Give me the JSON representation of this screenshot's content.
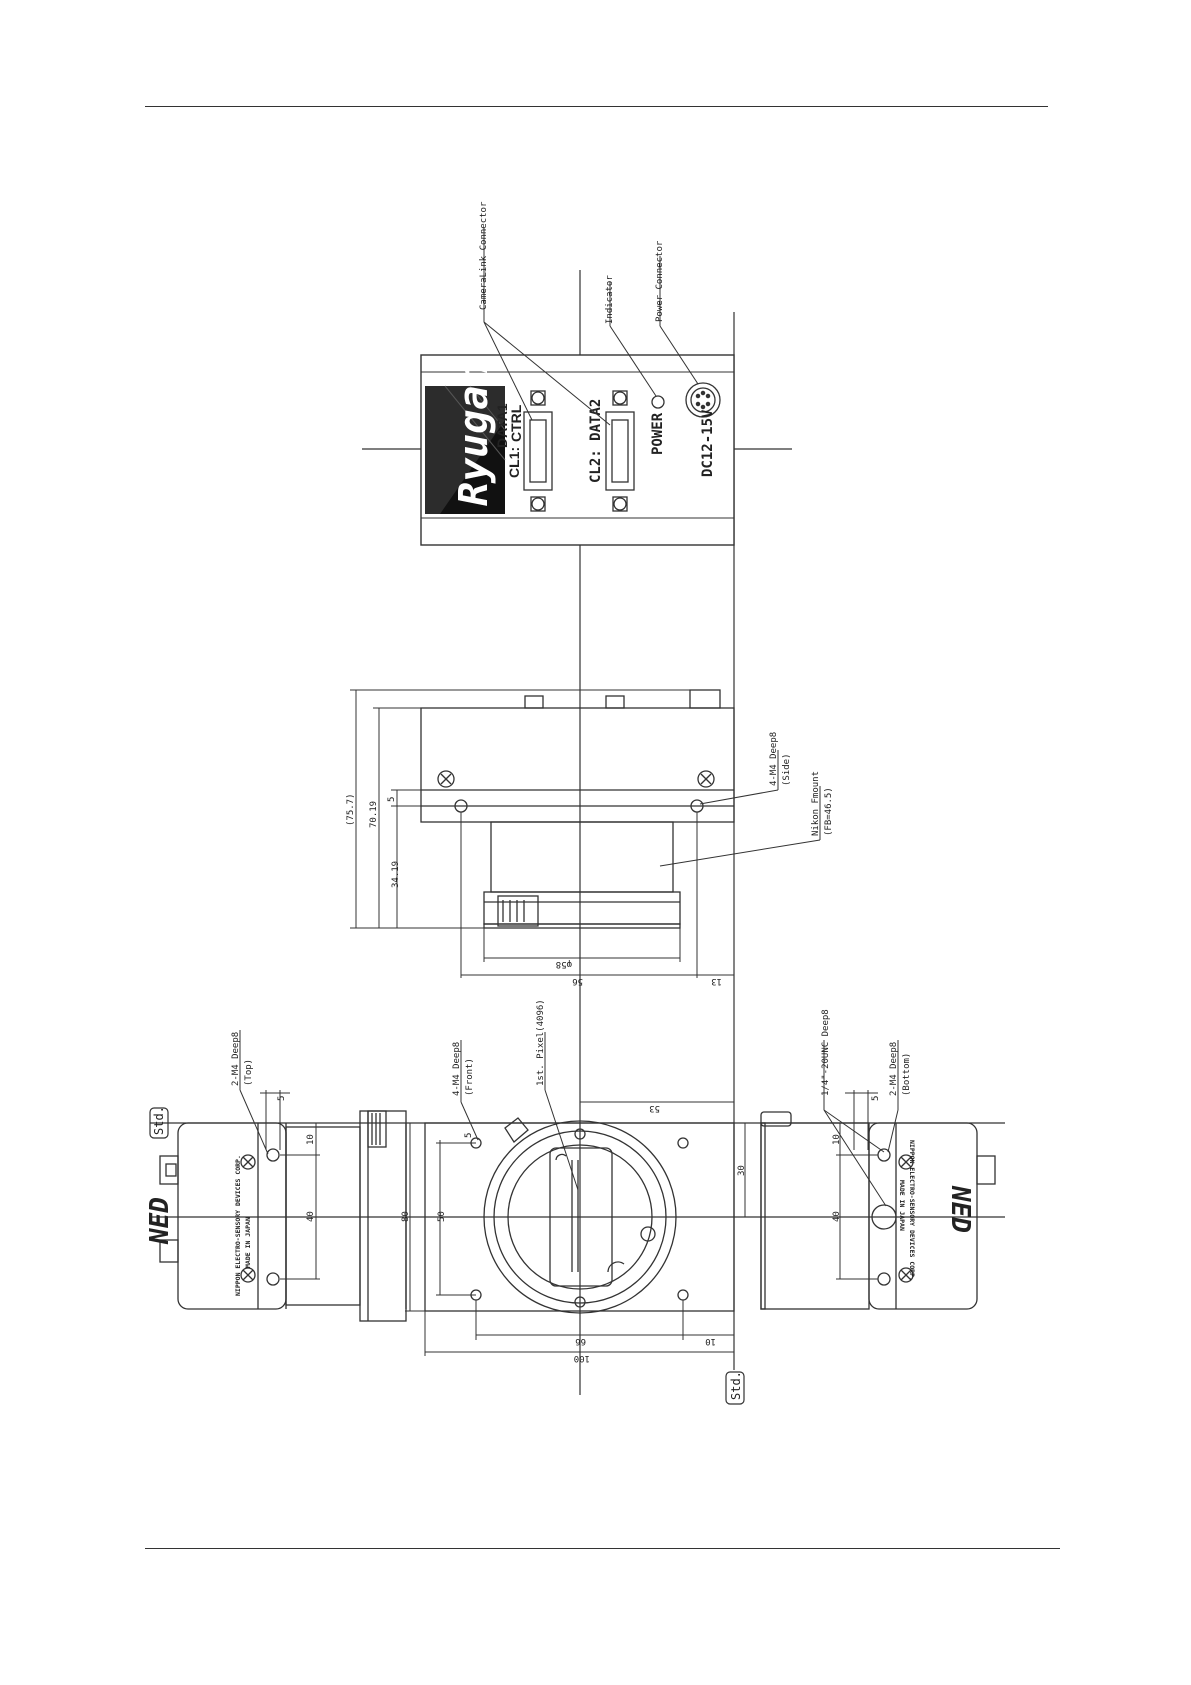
{
  "rear_panel": {
    "brand": "Ryugan",
    "cl1_top": "DATA1",
    "cl1_bottom": "CTRL",
    "cl1_prefix": "CL1:",
    "cl2": "CL2: DATA2",
    "power": "POWER",
    "dc": "DC12-15V"
  },
  "callouts": {
    "cameralink": "CameraLink Connector",
    "indicator": "Indicator",
    "power_connector": "Power Connector",
    "side_holes": "4-M4 Deep8",
    "side_holes_sub": "(Side)",
    "nikon": "Nikon Fmount",
    "nikon_sub": "(FB=46.5)",
    "top_holes": "2-M4 Deep8",
    "top_holes_sub": "(Top)",
    "front_holes": "4-M4 Deep8",
    "front_holes_sub": "(Front)",
    "first_pixel": "1st. Pixel(4096)",
    "tripod": "1/4\"-20UNC Deep8",
    "bottom_holes": "2-M4 Deep8",
    "bottom_holes_sub": "(Bottom)"
  },
  "dimensions": {
    "d75_7": "(75.7)",
    "d70_19": "70.19",
    "d5_side": "5",
    "d34_19": "34.19",
    "d_phi58": "φ58",
    "d56": "56",
    "d13": "13",
    "d53": "53",
    "d5_top": "5",
    "d10_top": "10",
    "d40_top": "40",
    "d5_front": "5",
    "d80": "80",
    "d50": "50",
    "d30": "30",
    "d66": "66",
    "d10_front": "10",
    "d100": "100",
    "d5_bottom": "5",
    "d10_bottom": "10",
    "d40_bottom": "40",
    "std": "Std."
  },
  "labels": {
    "ned": "NED",
    "maker": "NIPPON ELECTRO-SENSORY DEVICES CORP.",
    "made_in": "MADE IN JAPAN"
  }
}
